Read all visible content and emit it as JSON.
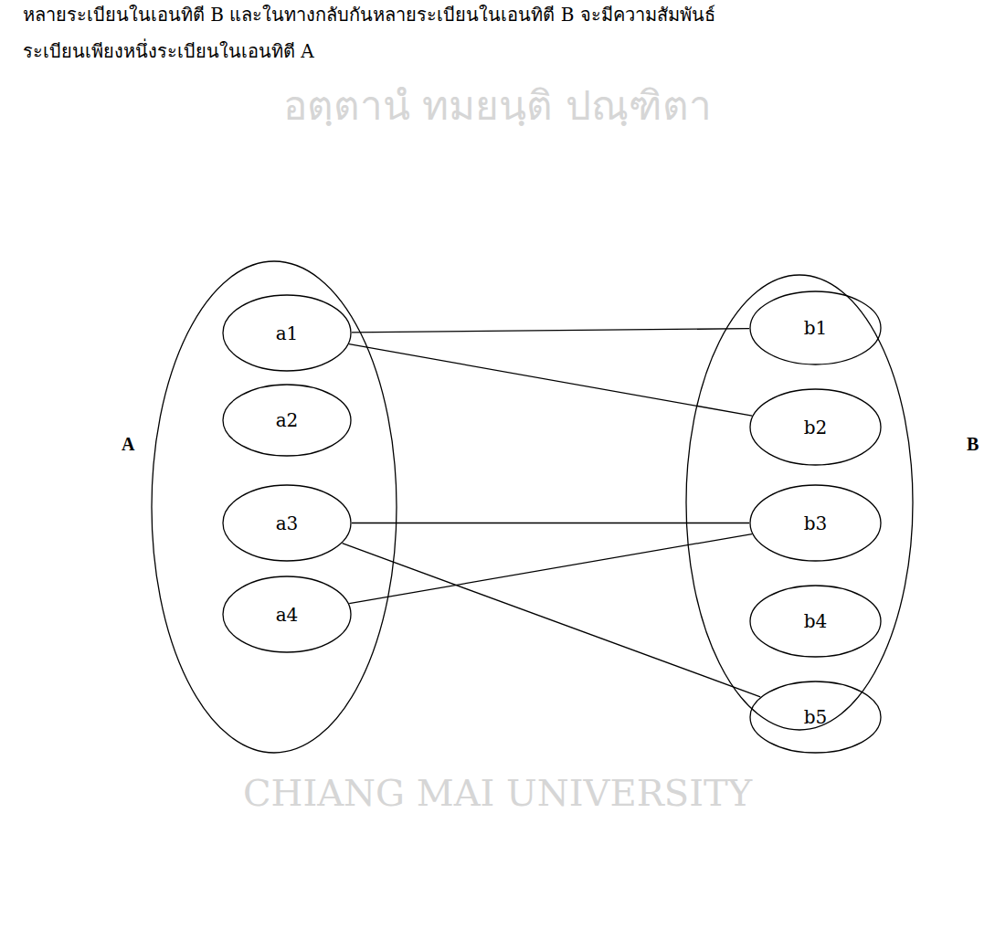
{
  "diagram": {
    "nodes": [
      {
        "text": [
          "A"
        ]
      },
      {
        "text": [
          "a1"
        ],
        "in": 0
      },
      {
        "text": [
          "a2"
        ],
        "in": 0
      },
      {
        "text": [
          "a3"
        ],
        "in": 0
      },
      {
        "text": [
          "a4"
        ],
        "in": 0
      },
      {
        "text": [
          "B"
        ]
      },
      {
        "text": [
          "b1"
        ],
        "in": 5
      },
      {
        "text": [
          "b2"
        ],
        "in": 5
      },
      {
        "text": [
          "b3"
        ],
        "in": 5
      },
      {
        "text": [
          "b4"
        ],
        "in": 5
      },
      {
        "text": [
          "b5"
        ],
        "in": 5
      }
    ],
    "edges": [
      {
        "from": 1,
        "to": 6,
        "arrow": "none"
      },
      {
        "from": 1,
        "to": 7,
        "arrow": "none"
      },
      {
        "from": 3,
        "to": 8,
        "arrow": "none"
      },
      {
        "from": 3,
        "to": 10,
        "arrow": "none"
      },
      {
        "from": 4,
        "to": 8,
        "arrow": "none"
      }
    ],
    "labels": [
      "หลายระเบียนในเอนทิตี B และในทางกลับกันหลายระเบียนในเอนทิตี B จะมีความสัมพันธ์",
      "ระเบียนเพียงหนึ่งระเบียนในเอนทิตี A",
      "อตฺตานํ ทมยนฺติ ปณฺฑิตา",
      "CHIANG MAI UNIVERSITY"
    ]
  }
}
